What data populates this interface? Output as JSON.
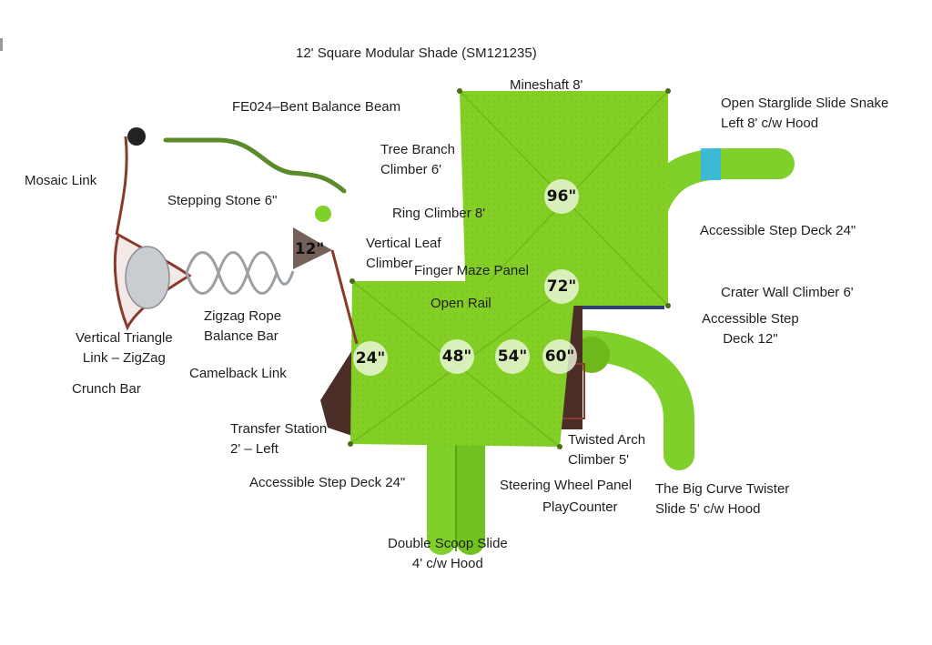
{
  "colors": {
    "roof": "#84cf26",
    "roof_dark": "#6fb81c",
    "slide": "#7fd02a",
    "slide_accent": "#34b6e8",
    "post": "#8a3a2a",
    "deck": "#4a2e27",
    "balance_beam": "#5a8b2a"
  },
  "labels": {
    "modular_shade": "12' Square Modular Shade (SM121235)",
    "mineshaft": "Mineshaft 8'",
    "starglide": [
      "Open Starglide Slide Snake",
      "Left 8' c/w Hood"
    ],
    "bent_balance_beam": "FE024–Bent Balance Beam",
    "mosaic_link": "Mosaic Link",
    "tree_branch": [
      "Tree Branch",
      "Climber 6'"
    ],
    "stepping_stone": "Stepping Stone 6\"",
    "ring_climber": "Ring Climber 8'",
    "step_deck_24_right": "Accessible Step Deck 24\"",
    "vertical_leaf": [
      "Vertical Leaf",
      "Climber"
    ],
    "finger_maze": "Finger Maze Panel",
    "crater_wall": "Crater Wall Climber 6'",
    "open_rail": "Open Rail",
    "step_deck_12": [
      "Accessible Step",
      "Deck 12\""
    ],
    "zigzag_rope": [
      "Zigzag Rope",
      "Balance Bar"
    ],
    "vertical_triangle": [
      "Vertical Triangle",
      "Link – ZigZag"
    ],
    "camelback": "Camelback Link",
    "crunch_bar": "Crunch Bar",
    "transfer_station": [
      "Transfer Station",
      "2' – Left"
    ],
    "twisted_arch": [
      "Twisted Arch",
      "Climber 5'"
    ],
    "step_deck_24_bottom": "Accessible Step Deck 24\"",
    "steering_wheel": "Steering Wheel Panel",
    "playcounter": "PlayCounter",
    "big_curve": [
      "The Big Curve Twister",
      "Slide 5' c/w Hood"
    ],
    "double_scoop": [
      "Double Scoop Slide",
      "4' c/w Hood"
    ]
  },
  "heights": {
    "h96": "96\"",
    "h72": "72\"",
    "h60": "60\"",
    "h54": "54\"",
    "h48": "48\"",
    "h24": "24\"",
    "h12": "12\""
  }
}
